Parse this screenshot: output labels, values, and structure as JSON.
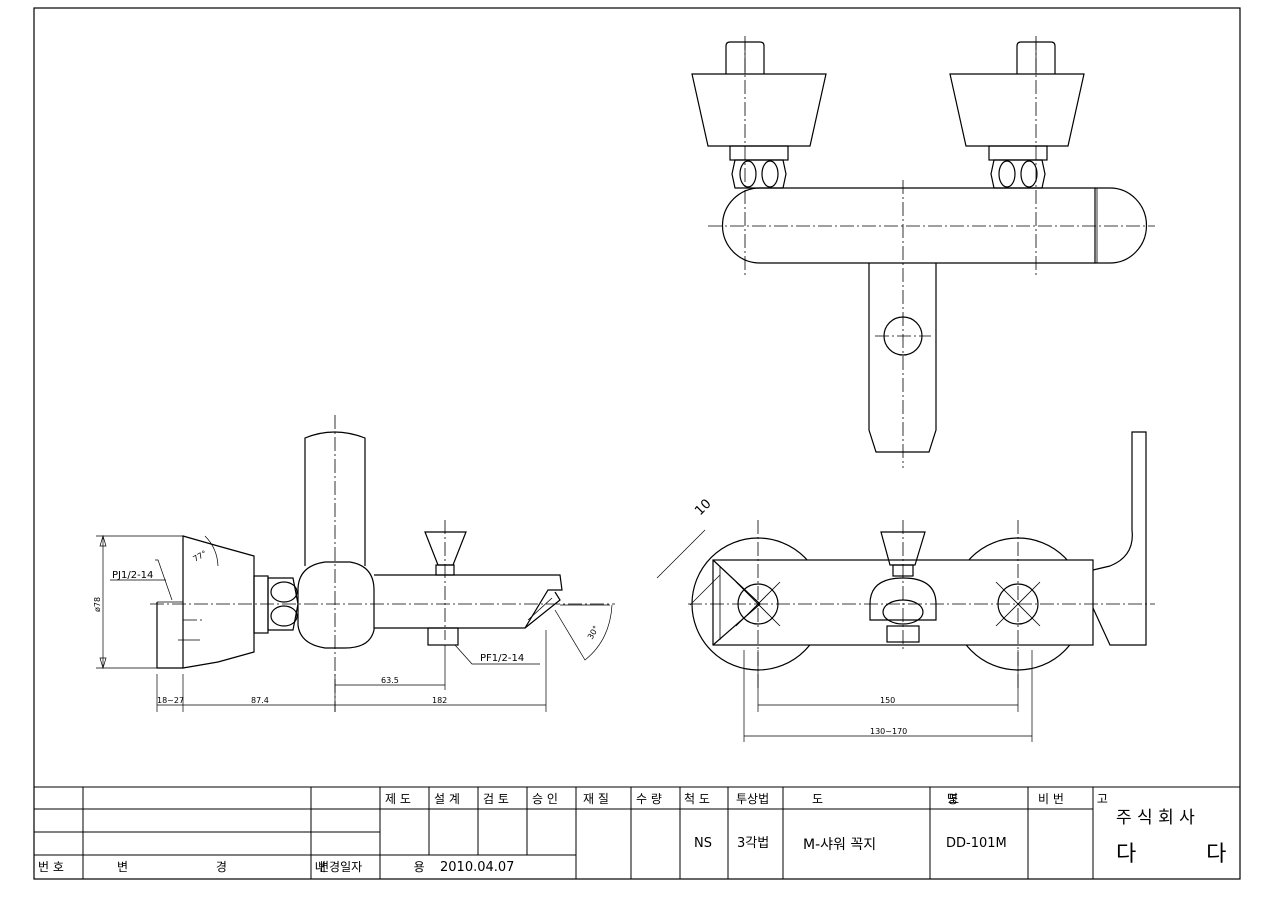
{
  "drawing": {
    "dimensions": {
      "thread_top": "PJ1/2-14",
      "angle_77": "77°",
      "dia_78": "ø78",
      "thread_bottom": "PF1/2-14",
      "angle_30": "30°",
      "d_63_5": "63.5",
      "d_18_27": "18~27",
      "d_87_4": "87.4",
      "d_182": "182",
      "d_10": "10",
      "d_150": "150",
      "d_130_170": "130~170"
    }
  },
  "title_block": {
    "left": {
      "no_label": "번 호",
      "content_label": "변 경 내 용",
      "date_label": "변경일자"
    },
    "headers": {
      "draft": "제 도",
      "design": "설 계",
      "review": "검 토",
      "approve": "승 인",
      "material": "재 질",
      "qty": "수 량",
      "scale": "척 도",
      "projection": "투상법",
      "name": "도 명",
      "number": "도 번",
      "remarks": "비 고"
    },
    "values": {
      "date": "2010.04.07",
      "scale": "NS",
      "projection": "3각법",
      "name": "M-샤워 꼭지",
      "number": "DD-101M"
    },
    "company_line1": "주 식 회 사",
    "company_line2": "다          다"
  }
}
